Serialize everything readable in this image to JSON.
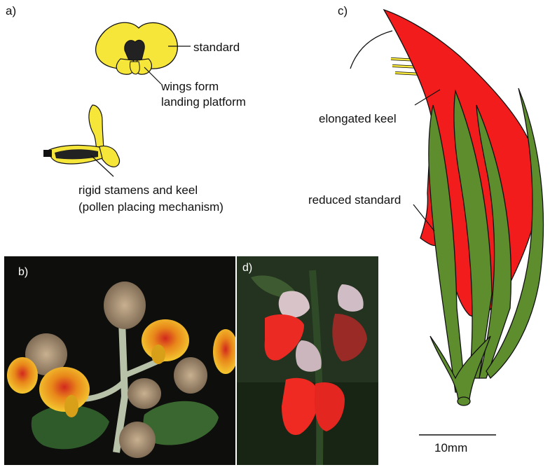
{
  "panels": {
    "a": "a)",
    "b": "b)",
    "c": "c)",
    "d": "d)"
  },
  "labels": {
    "standard": "standard",
    "wings_line1": "wings form",
    "wings_line2": "landing platform",
    "stamens_line1": "rigid stamens and keel",
    "stamens_line2": "(pollen placing mechanism)",
    "elongated_keel": "elongated keel",
    "reduced_standard": "reduced standard",
    "scale_bar": "10mm"
  },
  "colors": {
    "yellow": "#f7e63a",
    "red": "#f21c1c",
    "green": "#5e8d2e",
    "outline": "#111111"
  }
}
